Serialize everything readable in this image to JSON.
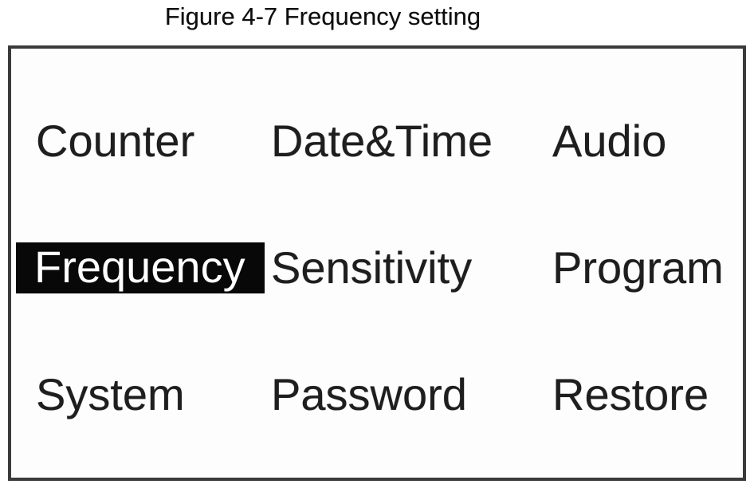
{
  "figure": {
    "caption": "Figure 4-7 Frequency setting"
  },
  "screen": {
    "menu": {
      "selected_item": "Frequency",
      "items": [
        {
          "label": "Counter",
          "selected": false
        },
        {
          "label": "Date&Time",
          "selected": false
        },
        {
          "label": "Audio",
          "selected": false
        },
        {
          "label": "Frequency",
          "selected": true
        },
        {
          "label": "Sensitivity",
          "selected": false
        },
        {
          "label": "Program",
          "selected": false
        },
        {
          "label": "System",
          "selected": false
        },
        {
          "label": "Password",
          "selected": false
        },
        {
          "label": "Restore",
          "selected": false
        }
      ]
    }
  },
  "colors": {
    "background": "#ffffff",
    "text": "#1e1e1e",
    "border": "#3b3b3b",
    "highlight_bg": "#080808",
    "highlight_text": "#ffffff"
  }
}
